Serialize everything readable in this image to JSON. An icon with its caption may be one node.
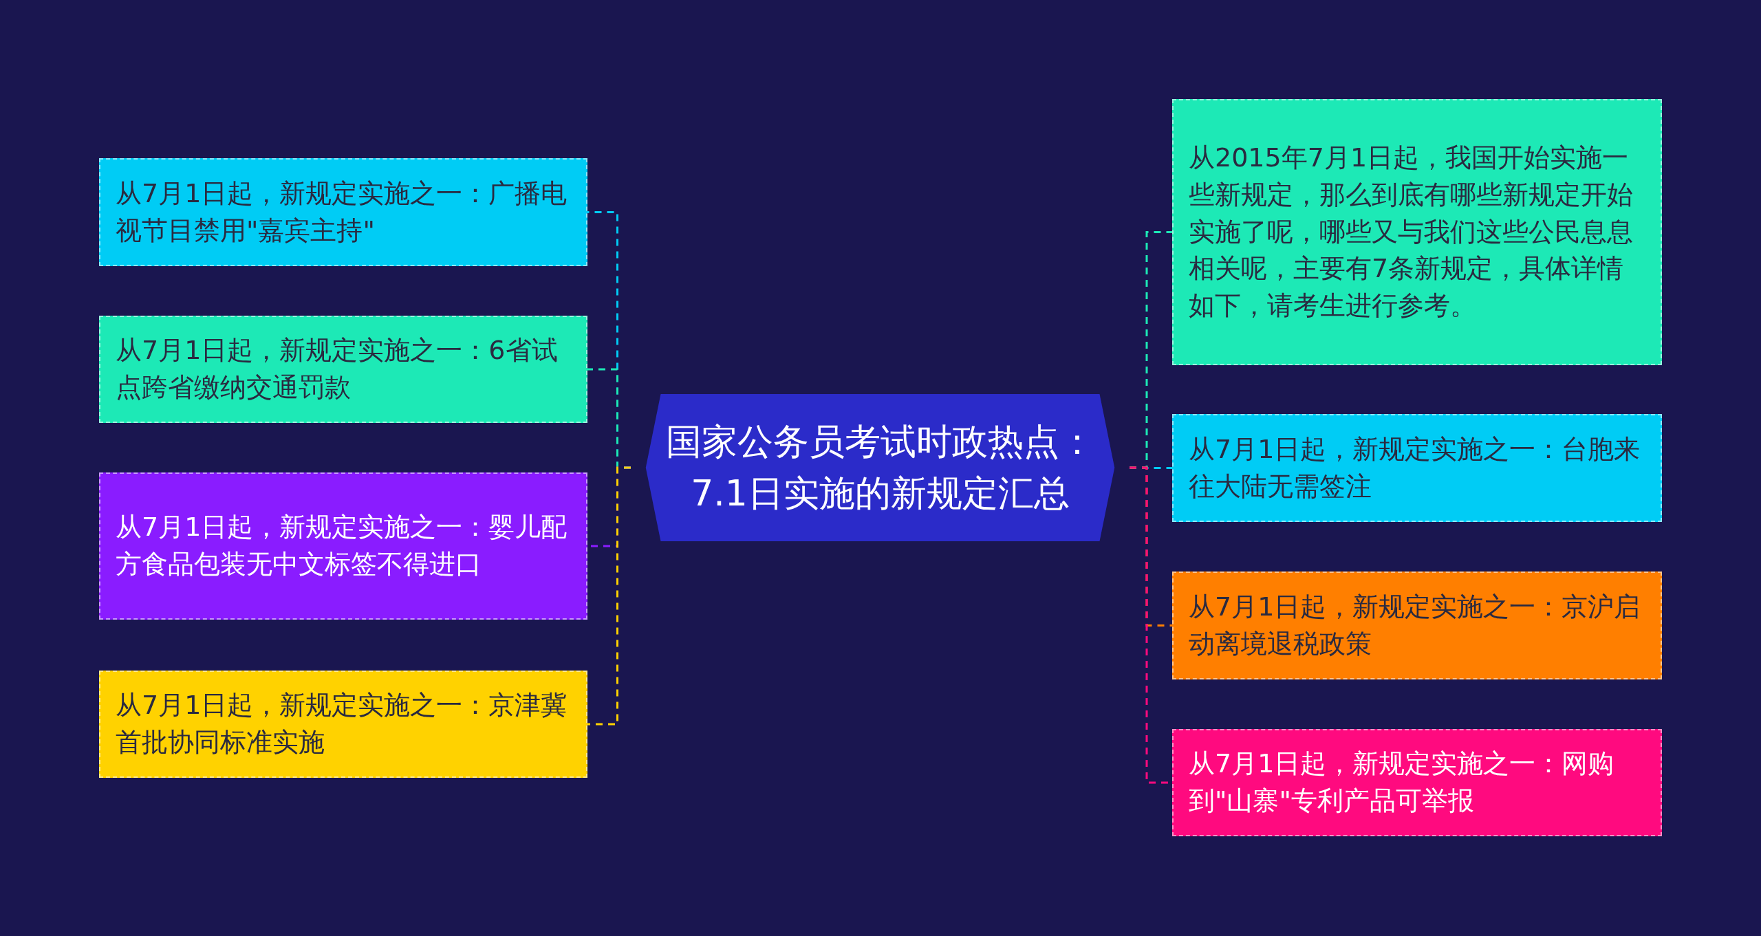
{
  "diagram": {
    "nodes": [
      {
        "text": [
          "国家公务员考试时政热点：7.1日实施的新规定汇总"
        ]
      },
      {
        "text": [
          "从7月1日起，新规定实施之一：广播电视节目禁用\"嘉宾主持\""
        ]
      },
      {
        "text": [
          "从7月1日起，新规定实施之一：6省试点跨省缴纳交通罚款"
        ]
      },
      {
        "text": [
          "从7月1日起，新规定实施之一：婴儿配方食品包装无中文标签不得进口"
        ]
      },
      {
        "text": [
          "从7月1日起，新规定实施之一：京津冀首批协同标准实施"
        ]
      },
      {
        "text": [
          "从2015年7月1日起，我国开始实施一些新规定，那么到底有哪些新规定开始实施了呢，哪些又与我们这些公民息息相关呢，主要有7条新规定，具体详情如下，请考生进行参考。"
        ]
      },
      {
        "text": [
          "从7月1日起，新规定实施之一：台胞来往大陆无需签注"
        ]
      },
      {
        "text": [
          "从7月1日起，新规定实施之一：京沪启动离境退税政策"
        ]
      },
      {
        "text": [
          "从7月1日起，新规定实施之一：网购到\"山寨\"专利产品可举报"
        ]
      }
    ],
    "edges": [
      {
        "from": 0,
        "to": 1,
        "arrow": "none",
        "style": "dashed",
        "color": "#00ccf5"
      },
      {
        "from": 0,
        "to": 2,
        "arrow": "none",
        "style": "dashed",
        "color": "#1de9b6"
      },
      {
        "from": 0,
        "to": 3,
        "arrow": "none",
        "style": "dashed",
        "color": "#8a1cff"
      },
      {
        "from": 0,
        "to": 4,
        "arrow": "none",
        "style": "dashed",
        "color": "#ffd200"
      },
      {
        "from": 0,
        "to": 5,
        "arrow": "none",
        "style": "dashed",
        "color": "#1de9b6"
      },
      {
        "from": 0,
        "to": 6,
        "arrow": "none",
        "style": "dashed",
        "color": "#00ccf5"
      },
      {
        "from": 0,
        "to": 7,
        "arrow": "none",
        "style": "dashed",
        "color": "#ff7f00"
      },
      {
        "from": 0,
        "to": 8,
        "arrow": "none",
        "style": "dashed",
        "color": "#ff0a7f"
      }
    ]
  }
}
